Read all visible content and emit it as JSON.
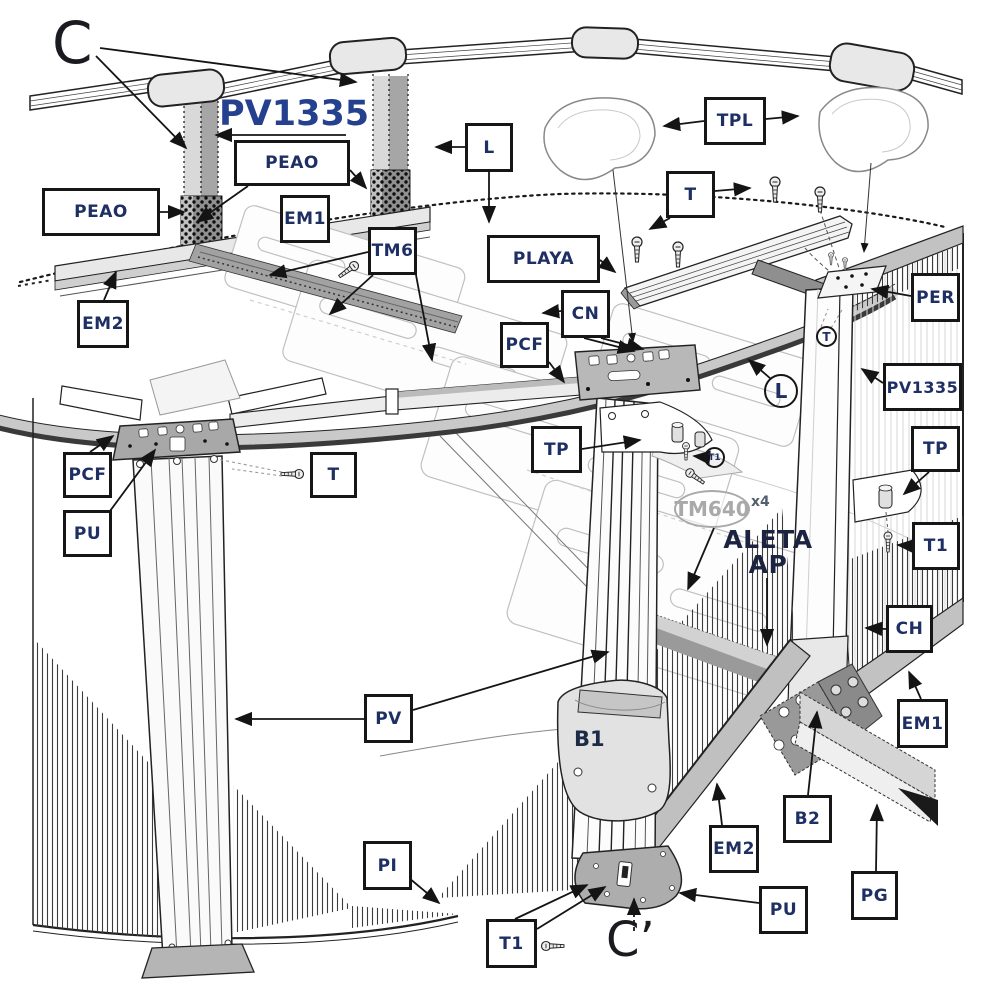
{
  "figure": {
    "description": "Exploded pool frame assembly diagram",
    "section_marker": "C",
    "section_marker_prime": "C’"
  },
  "colors": {
    "label_text": "#1e2f63",
    "big_letter": "#1a1b20",
    "pv1335_top_text": "#24408f",
    "line": "#161616",
    "muted_part": "#a9a9a9",
    "metal_gray": "#c0c0c0"
  },
  "callouts": {
    "pv1335_top": "PV1335",
    "peao_left": "PEAO",
    "peao_right": "PEAO",
    "em1_top": "EM1",
    "em2_left": "EM2",
    "tm6": "TM6",
    "l_box": "L",
    "tpl": "TPL",
    "t_top": "T",
    "playa": "PLAYA",
    "cn": "CN",
    "pcf_mid": "PCF",
    "pcf_left": "PCF",
    "t_left": "T",
    "pu_left": "PU",
    "per": "PER",
    "pv1335_right": "PV1335",
    "tp_right": "TP",
    "t1_right": "T1",
    "ch": "CH",
    "em1_bottom_right": "EM1",
    "tp_mid": "TP",
    "t1_circled": "T1",
    "t_circled": "T",
    "l_circled": "L",
    "tm640": "TM640",
    "tm640_qty": "x4",
    "aleta_line1": "ALETA",
    "aleta_line2": "AP",
    "b1": "B1",
    "b2": "B2",
    "pv": "PV",
    "pi": "PI",
    "t1_bottom": "T1",
    "em2_bottom": "EM2",
    "pu_bottom": "PU",
    "pg": "PG"
  }
}
